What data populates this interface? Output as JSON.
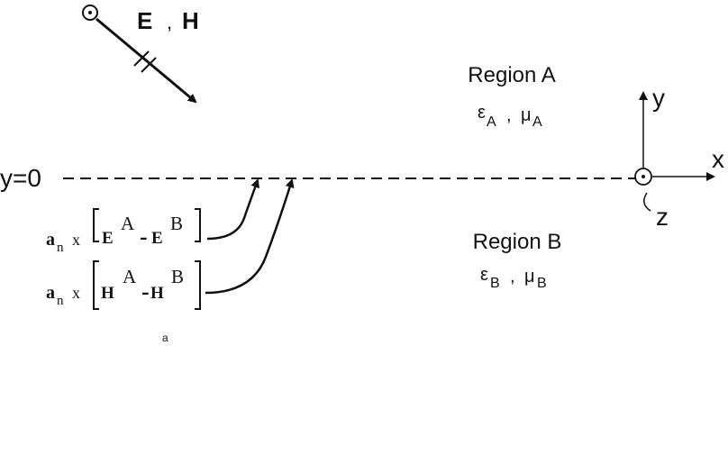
{
  "wave": {
    "field_e": "E",
    "comma": ",",
    "field_h": "H"
  },
  "region_a": {
    "label": "Region A",
    "eps": "ε",
    "eps_sub": "A",
    "sep": ",",
    "mu": "μ",
    "mu_sub": "A"
  },
  "region_b": {
    "label": "Region B",
    "eps": "ε",
    "eps_sub": "B",
    "sep": ",",
    "mu": "μ",
    "mu_sub": "B"
  },
  "interface": {
    "label": "y=0"
  },
  "axes": {
    "x": "x",
    "y": "y",
    "z": "z"
  },
  "conditions": {
    "e_jump": {
      "a": "a",
      "n": "n",
      "cross": "x",
      "f1": "E",
      "sup1": "A",
      "minus": "-",
      "f2": "E",
      "sup2": "B"
    },
    "h_jump": {
      "a": "a",
      "n": "n",
      "cross": "x",
      "f1": "H",
      "sup1": "A",
      "minus": "-",
      "f2": "H",
      "sup2": "B"
    }
  },
  "caption": "a"
}
